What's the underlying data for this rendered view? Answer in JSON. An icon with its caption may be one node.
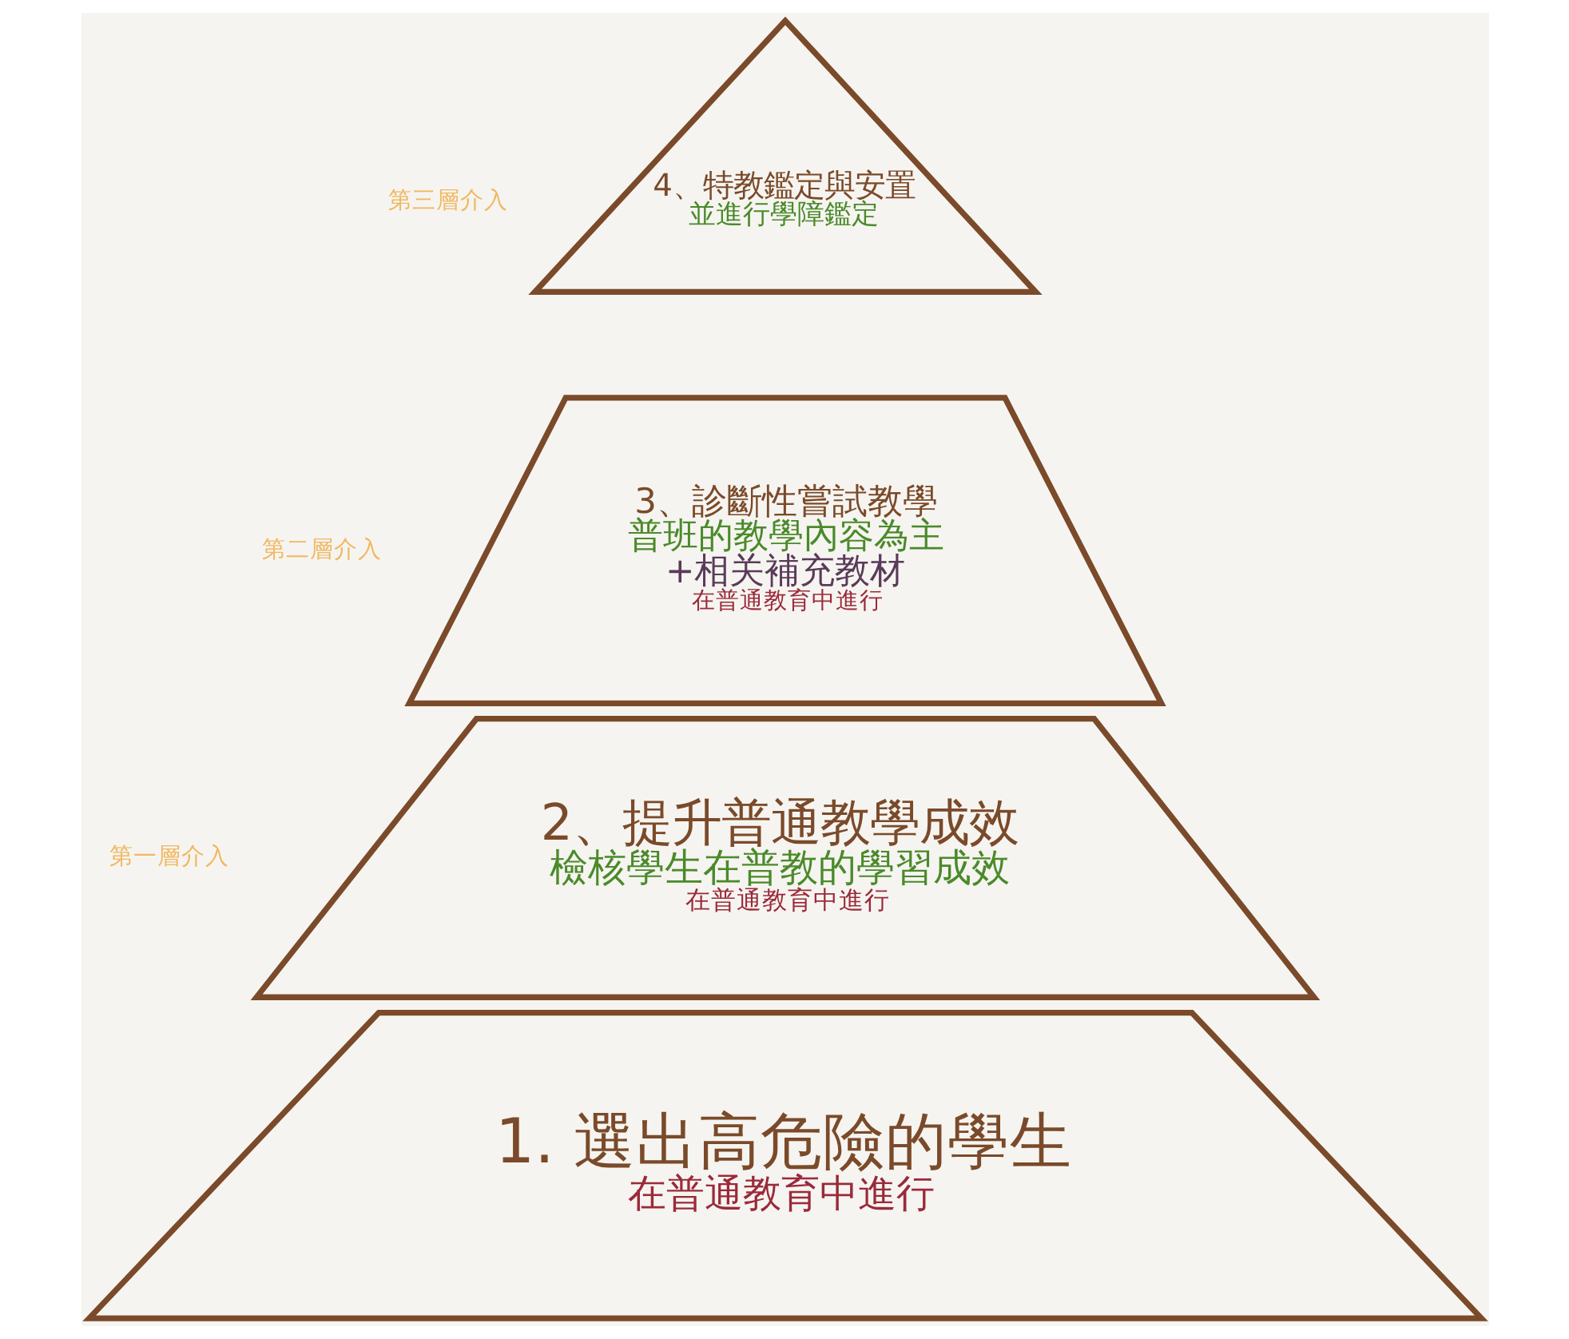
{
  "diagram": {
    "nodes": [
      {
        "text": [
          "4、特教鑑定與安置",
          "並進行學障鑑定"
        ],
        "beside": [
          "第三層介入"
        ]
      },
      {
        "text": [
          "3、診斷性嘗試教學",
          "普班的教學內容為主",
          "+相关補充教材",
          "在普通教育中進行"
        ],
        "beside": [
          "第二層介入"
        ]
      },
      {
        "text": [
          "2、提升普通教學成效",
          "檢核學生在普教的學習成效",
          "在普通教育中進行"
        ],
        "beside": [
          "第一層介入"
        ]
      },
      {
        "text": [
          "1. 選出高危險的學生",
          "在普通教育中進行"
        ]
      }
    ],
    "edges": []
  }
}
